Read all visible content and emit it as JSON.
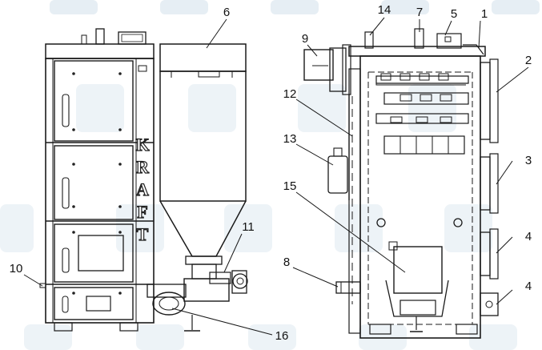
{
  "brand_letters": [
    "K",
    "R",
    "A",
    "F",
    "T"
  ],
  "callouts": {
    "c1": "1",
    "c2": "2",
    "c3": "3",
    "c4a": "4",
    "c4b": "4",
    "c5": "5",
    "c6": "6",
    "c7": "7",
    "c8": "8",
    "c9": "9",
    "c10": "10",
    "c11": "11",
    "c12": "12",
    "c13": "13",
    "c14": "14",
    "c15": "15",
    "c16": "16"
  },
  "colors": {
    "line": "#1a1a1a",
    "fill_light": "#f4f4f4",
    "fill_dark": "#d8d8d8",
    "watermark": "#e6eef4"
  }
}
